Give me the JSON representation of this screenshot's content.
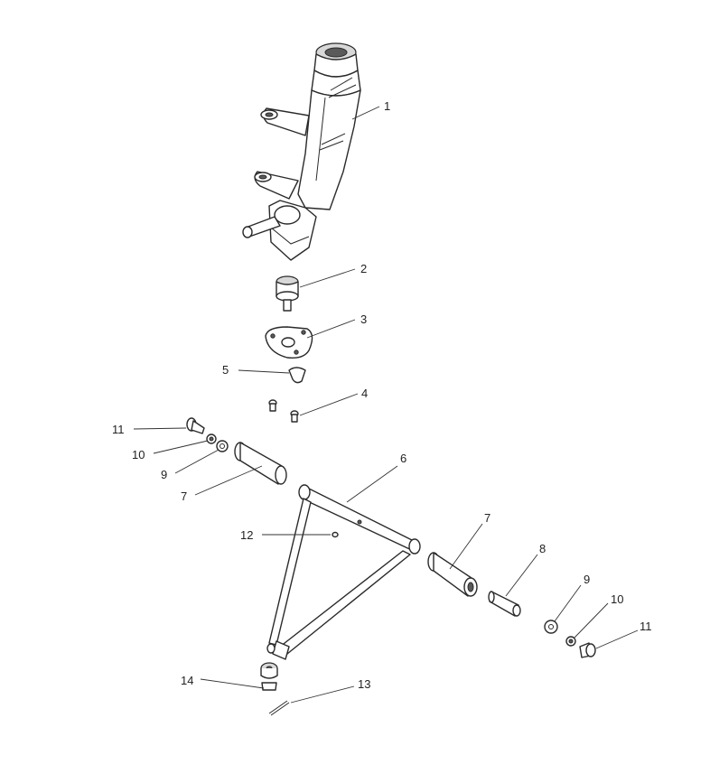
{
  "callouts": {
    "c1": "1",
    "c2": "2",
    "c3": "3",
    "c4": "4",
    "c5": "5",
    "c6": "6",
    "c7a": "7",
    "c7b": "7",
    "c8": "8",
    "c9a": "9",
    "c9b": "9",
    "c10a": "10",
    "c10b": "10",
    "c11a": "11",
    "c11b": "11",
    "c12": "12",
    "c13": "13",
    "c14": "14"
  }
}
